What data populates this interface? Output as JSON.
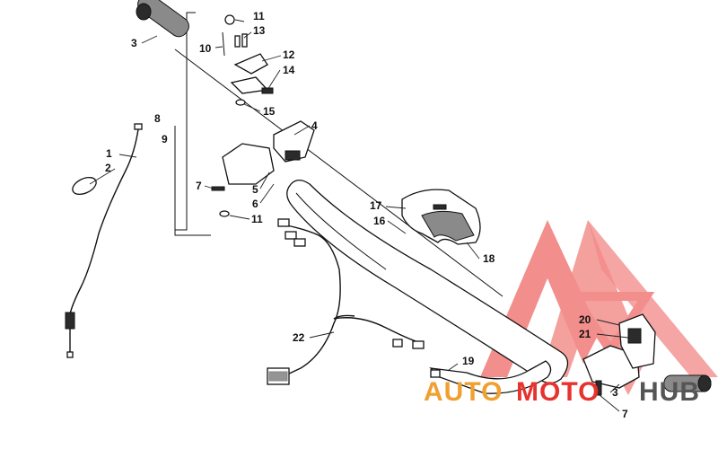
{
  "callouts": [
    {
      "id": "1",
      "label": "1"
    },
    {
      "id": "2",
      "label": "2"
    },
    {
      "id": "3a",
      "label": "3"
    },
    {
      "id": "3b",
      "label": "3"
    },
    {
      "id": "4",
      "label": "4"
    },
    {
      "id": "5",
      "label": "5"
    },
    {
      "id": "6",
      "label": "6"
    },
    {
      "id": "7a",
      "label": "7"
    },
    {
      "id": "7b",
      "label": "7"
    },
    {
      "id": "8",
      "label": "8"
    },
    {
      "id": "9",
      "label": "9"
    },
    {
      "id": "10",
      "label": "10"
    },
    {
      "id": "11a",
      "label": "11"
    },
    {
      "id": "11b",
      "label": "11"
    },
    {
      "id": "12",
      "label": "12"
    },
    {
      "id": "13",
      "label": "13"
    },
    {
      "id": "14",
      "label": "14"
    },
    {
      "id": "15",
      "label": "15"
    },
    {
      "id": "16",
      "label": "16"
    },
    {
      "id": "17",
      "label": "17"
    },
    {
      "id": "18",
      "label": "18"
    },
    {
      "id": "19",
      "label": "19"
    },
    {
      "id": "20",
      "label": "20"
    },
    {
      "id": "21",
      "label": "21"
    },
    {
      "id": "22",
      "label": "22"
    }
  ],
  "watermark": {
    "text_auto": "AUTO",
    "text_moto": "MOTO",
    "text_hub": "HUB",
    "color_red": "#e8322e",
    "color_orange": "#f0a030",
    "color_grey": "#555555"
  }
}
